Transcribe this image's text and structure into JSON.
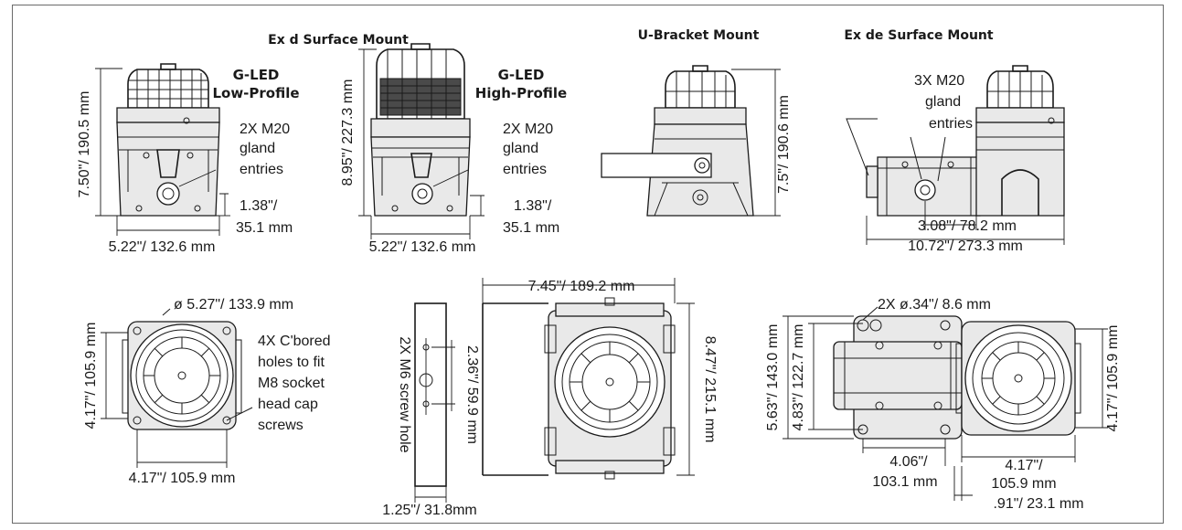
{
  "headers": {
    "exd_surface": "Ex d Surface Mount",
    "ubracket": "U-Bracket Mount",
    "exde_surface": "Ex de Surface Mount"
  },
  "low_profile": {
    "title_line1": "G-LED",
    "title_line2": "Low-Profile",
    "height": "7.50\"/ 190.5 mm",
    "gland_line1": "2X M20",
    "gland_line2": "gland",
    "gland_line3": "entries",
    "gland_offset_line1": "1.38\"/",
    "gland_offset_line2": "35.1 mm",
    "width": "5.22\"/ 132.6 mm"
  },
  "high_profile": {
    "title_line1": "G-LED",
    "title_line2": "High-Profile",
    "height": "8.95\"/ 227.3 mm",
    "gland_line1": "2X M20",
    "gland_line2": "gland",
    "gland_line3": "entries",
    "gland_offset_line1": "1.38\"/",
    "gland_offset_line2": "35.1 mm",
    "width": "5.22\"/ 132.6 mm"
  },
  "ubracket_side": {
    "height": "7.5\"/ 190.6 mm"
  },
  "exde_side": {
    "gland_line1": "3X M20",
    "gland_line2": "gland",
    "gland_line3": "entries",
    "offset": "3.08\"/ 78.2 mm",
    "total_width": "10.72\"/ 273.3 mm"
  },
  "top_view": {
    "diameter": "ø 5.27\"/ 133.9 mm",
    "holes_line1": "4X C'bored",
    "holes_line2": "holes to fit",
    "holes_line3": "M8 socket",
    "holes_line4": "head cap",
    "holes_line5": "screws",
    "height": "4.17\"/ 105.9 mm",
    "width": "4.17\"/ 105.9 mm"
  },
  "bracket_plate": {
    "screw_hole": "2X M6 screw hole",
    "spacing": "2.36\"/ 59.9 mm",
    "width": "1.25\"/ 31.8mm"
  },
  "ubracket_top": {
    "width": "7.45\"/ 189.2 mm",
    "height": "8.47\"/ 215.1 mm"
  },
  "exde_top": {
    "holes": "2X ø.34\"/ 8.6 mm",
    "height_outer": "5.63\"/ 143.0 mm",
    "height_inner": "4.83\"/ 122.7 mm",
    "height_right": "4.17\"/ 105.9 mm",
    "spacing_line1": "4.06\"/",
    "spacing_line2": "103.1 mm",
    "width_line1": "4.17\"/",
    "width_line2": "105.9 mm",
    "offset": ".91\"/ 23.1 mm"
  }
}
